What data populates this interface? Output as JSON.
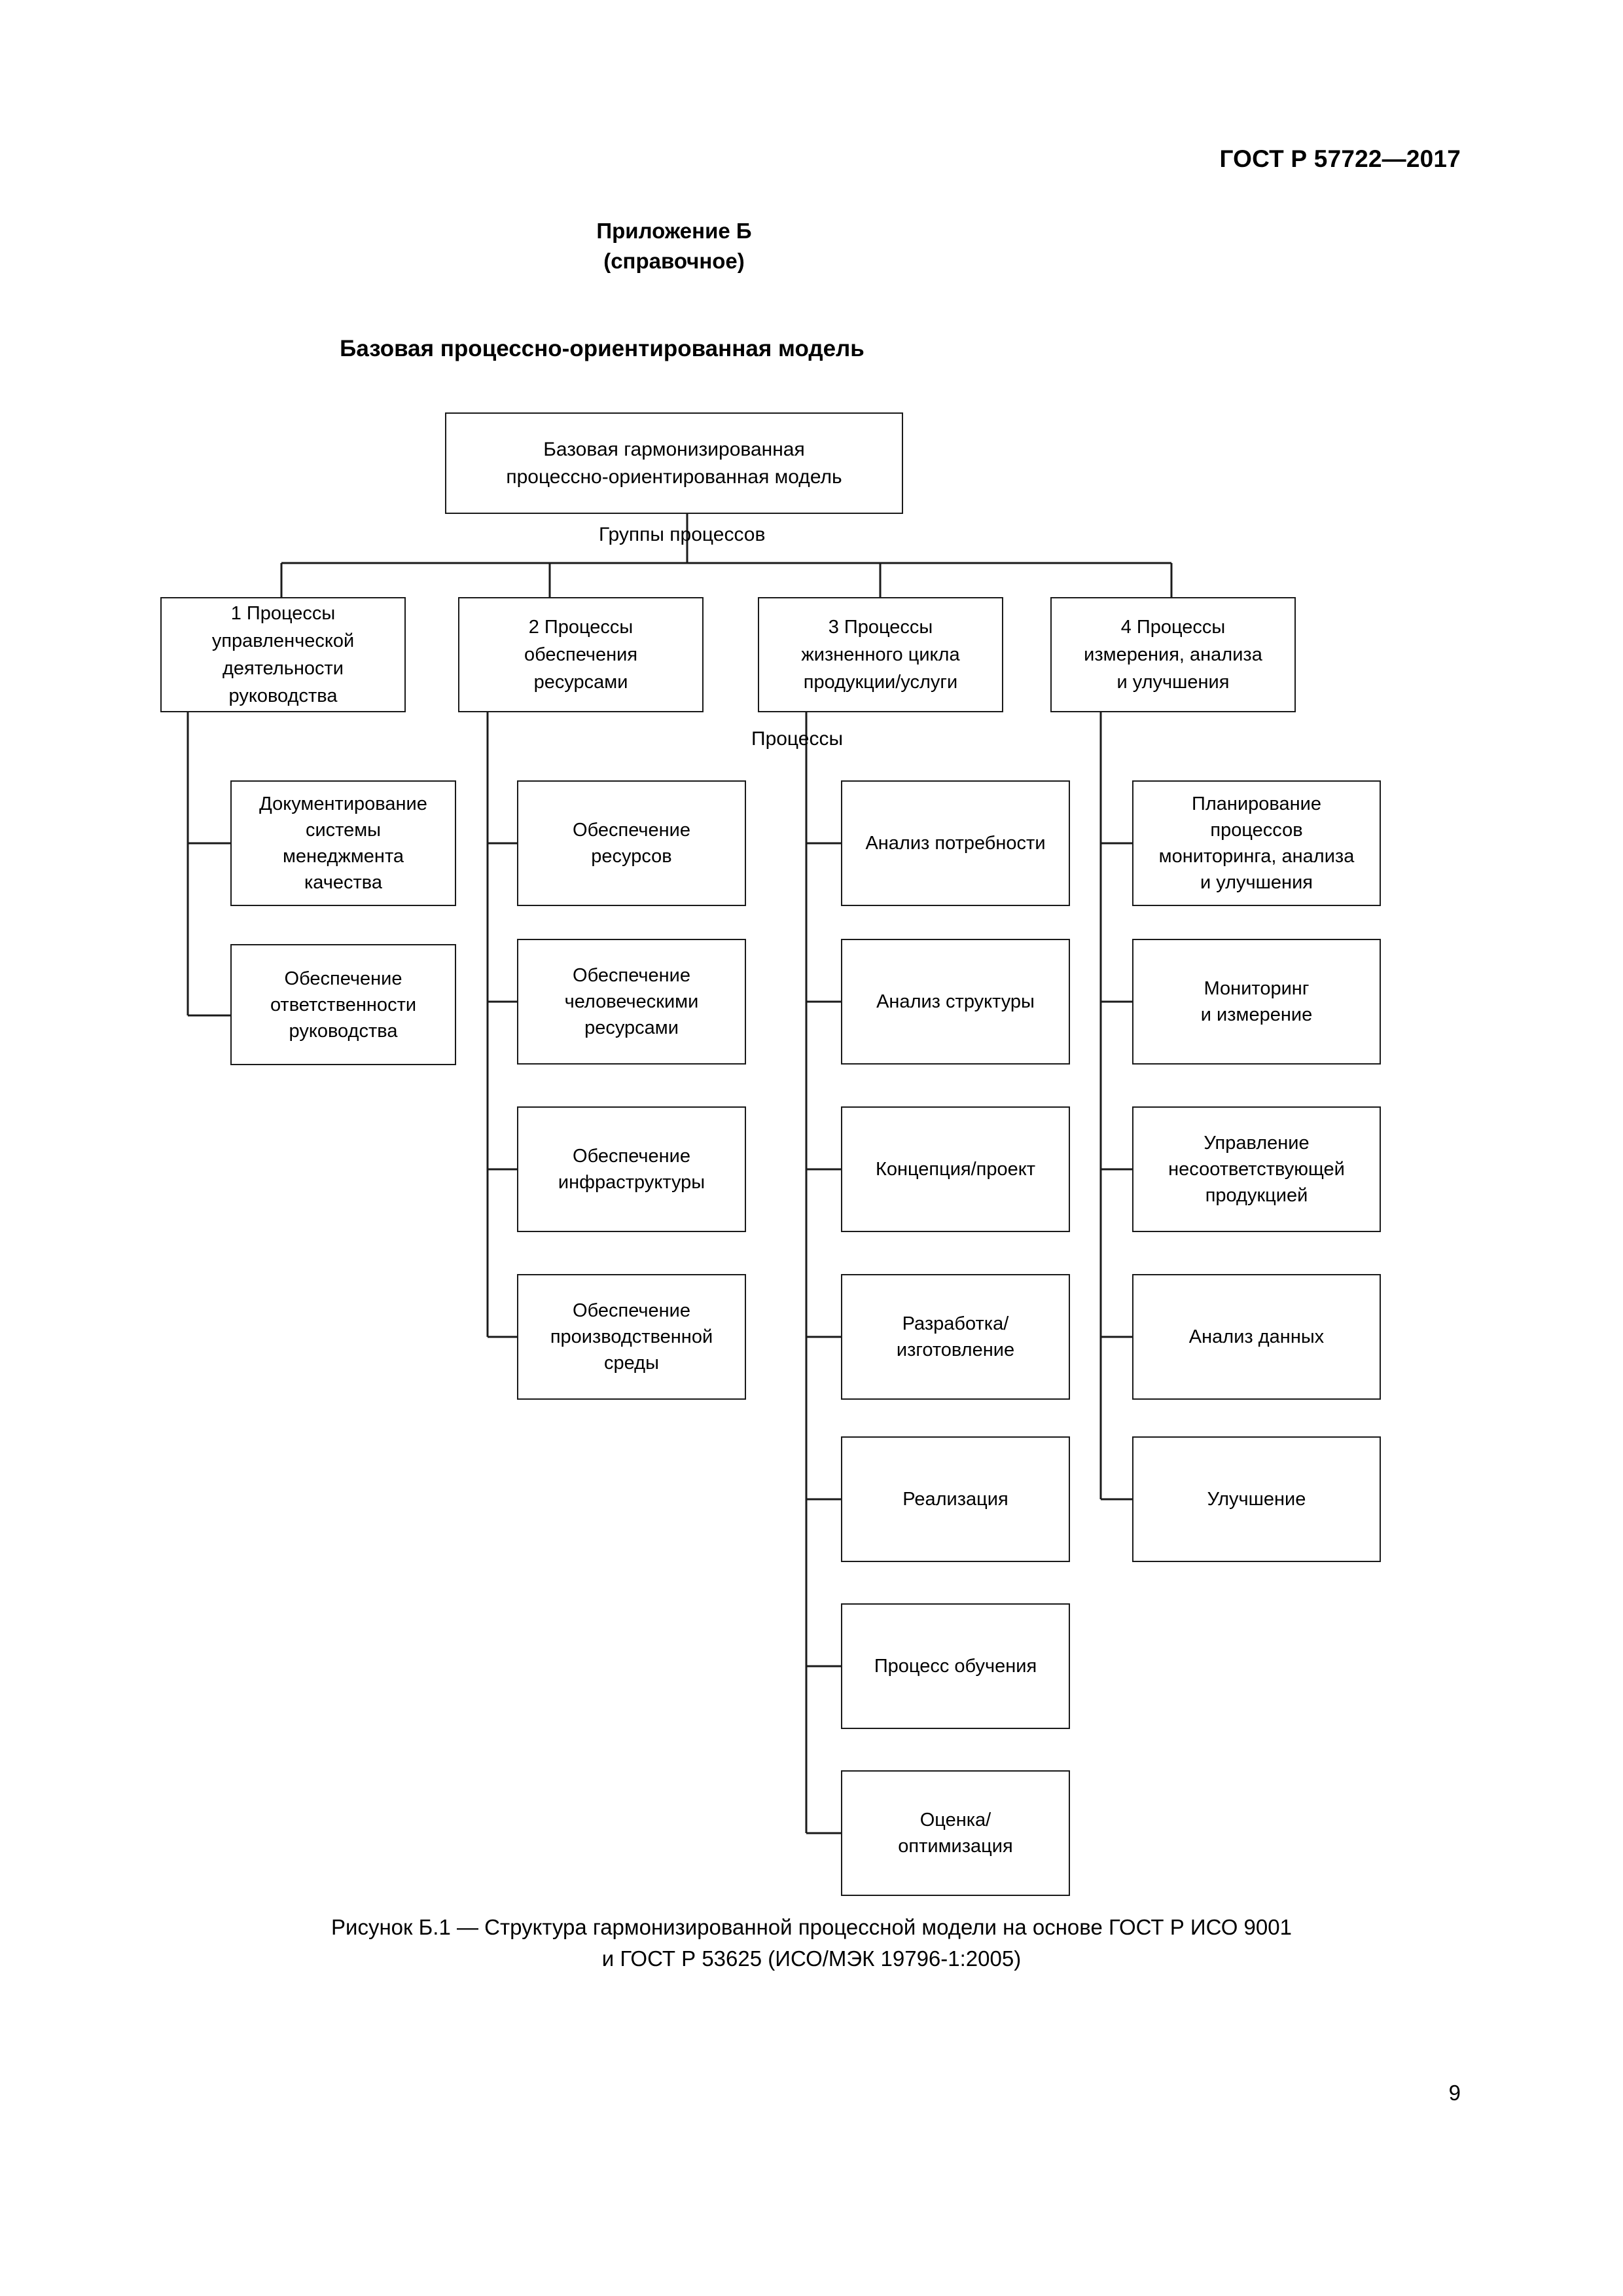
{
  "header": {
    "standard_id": "ГОСТ Р 57722—2017"
  },
  "annex": {
    "title": "Приложение Б",
    "subtitle": "(справочное)"
  },
  "figure_title": "Базовая процессно-ориентированная модель",
  "edge_labels": {
    "groups": "Группы процессов",
    "processes": "Процессы"
  },
  "diagram": {
    "root": "Базовая гармонизированная\nпроцессно-ориентированная модель",
    "groups": [
      {
        "label": "1 Процессы\nуправленческой\nдеятельности\nруководства",
        "children": [
          "Документирование\nсистемы\nменеджмента\nкачества",
          "Обеспечение\nответственности\nруководства"
        ]
      },
      {
        "label": "2 Процессы\nобеспечения\nресурсами",
        "children": [
          "Обеспечение\nресурсов",
          "Обеспечение\nчеловеческими\nресурсами",
          "Обеспечение\nинфраструктуры",
          "Обеспечение\nпроизводственной\nсреды"
        ]
      },
      {
        "label": "3 Процессы\nжизненного цикла\nпродукции/услуги",
        "children": [
          "Анализ потребности",
          "Анализ структуры",
          "Концепция/проект",
          "Разработка/\nизготовление",
          "Реализация",
          "Процесс обучения",
          "Оценка/\nоптимизация"
        ]
      },
      {
        "label": "4 Процессы\nизмерения, анализа\nи улучшения",
        "children": [
          "Планирование\nпроцессов\nмониторинга, анализа\nи улучшения",
          "Мониторинг\nи измерение",
          "Управление\nнесоответствующей\nпродукцией",
          "Анализ данных",
          "Улучшение"
        ]
      }
    ]
  },
  "caption": "Рисунок Б.1 — Структура гармонизированной процессной модели на основе ГОСТ Р ИСО 9001\nи ГОСТ Р 53625 (ИСО/МЭК 19796-1:2005)",
  "page_number": "9",
  "colors": {
    "ink": "#000000",
    "stroke": "#1a1a1a",
    "paper": "#ffffff"
  }
}
